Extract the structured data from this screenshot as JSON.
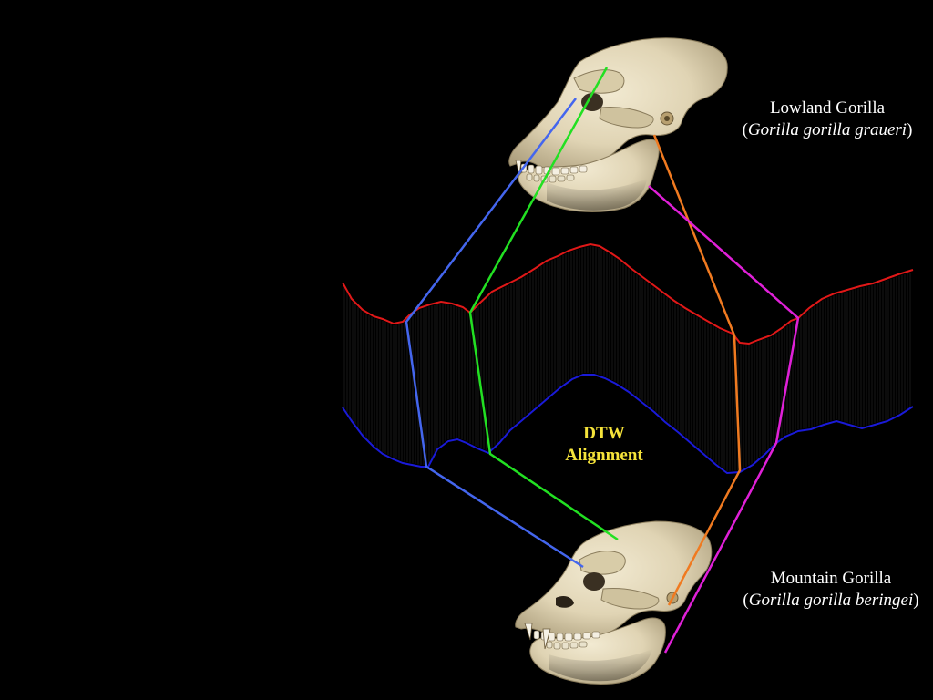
{
  "top_specimen": {
    "common_name": "Lowland Gorilla",
    "sci_open": "(",
    "sci_name": "Gorilla gorilla graueri",
    "sci_close": ")"
  },
  "bottom_specimen": {
    "common_name": "Mountain Gorilla",
    "sci_open": "(",
    "sci_name": "Gorilla gorilla beringei",
    "sci_close": ")"
  },
  "alignment": {
    "label_line1": "DTW",
    "label_line2": "Alignment"
  },
  "colors": {
    "background": "#000000",
    "top_curve": "#e01818",
    "bottom_curve": "#1a1ad8",
    "connector_blue": "#4466ee",
    "connector_green": "#22e022",
    "connector_orange": "#f07a20",
    "connector_magenta": "#e020d8",
    "label": "#f5e33a",
    "bone": "#e6dcc0"
  },
  "icons": {
    "top_image": "gorilla-skull-icon",
    "bottom_image": "gorilla-skull-icon"
  }
}
